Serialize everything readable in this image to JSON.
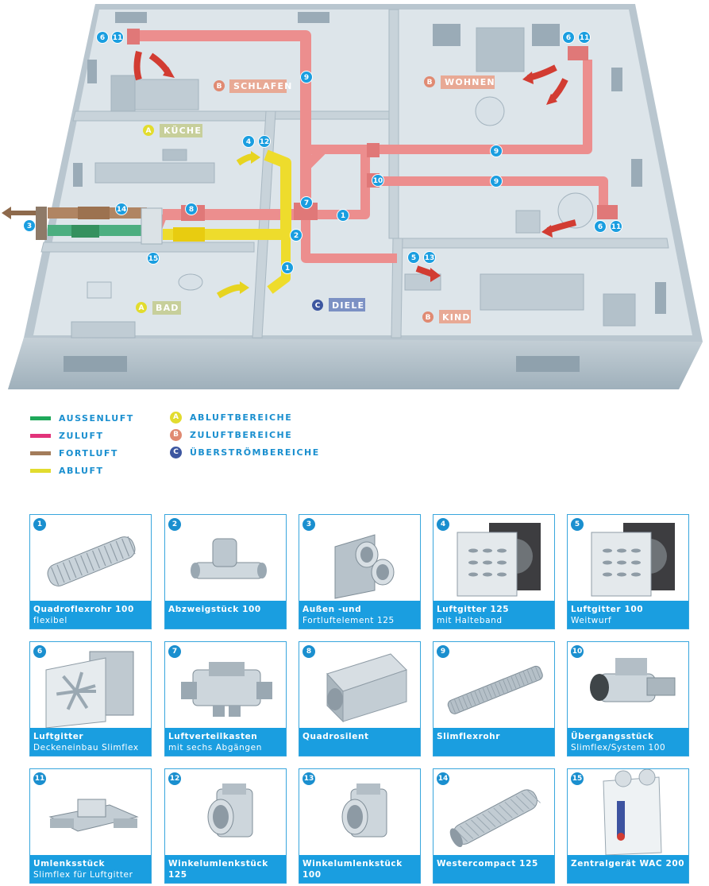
{
  "rooms": {
    "schlafen": {
      "letter": "B",
      "name": "SCHLAFEN"
    },
    "wohnen": {
      "letter": "B",
      "name": "WOHNEN"
    },
    "kueche": {
      "letter": "A",
      "name": "KÜCHE"
    },
    "bad": {
      "letter": "A",
      "name": "BAD"
    },
    "diele": {
      "letter": "C",
      "name": "DIELE"
    },
    "kind": {
      "letter": "B",
      "name": "KIND"
    }
  },
  "plan_labels": {
    "n6": "6",
    "n11": "11",
    "n9": "9",
    "n4": "4",
    "n12": "12",
    "n7": "7",
    "n1": "1",
    "n2": "2",
    "n8": "8",
    "n14": "14",
    "n3": "3",
    "n15": "15",
    "n10": "10",
    "n5": "5",
    "n13": "13"
  },
  "legend": {
    "flows": [
      {
        "label": "AUSSENLUFT",
        "color": "#1fa85a"
      },
      {
        "label": "ZULUFT",
        "color": "#e2337a"
      },
      {
        "label": "FORTLUFT",
        "color": "#a37c5a"
      },
      {
        "label": "ABLUFT",
        "color": "#e2dc2e"
      }
    ],
    "areas": [
      {
        "letter": "A",
        "label": "ABLUFTBEREICHE",
        "color": "#e2dc2e"
      },
      {
        "letter": "B",
        "label": "ZULUFTBEREICHE",
        "color": "#e08a72"
      },
      {
        "letter": "C",
        "label": "ÜBERSTRÖMBEREICHE",
        "color": "#3c56a0"
      }
    ]
  },
  "colors": {
    "accent": "#1a9ee0",
    "zuluft_pipe": "#ec8e8e",
    "abluft_pipe": "#eedc2c",
    "aussenluft_pipe": "#4cae80",
    "fortluft_pipe": "#b08563",
    "wall": "#c6d1d9",
    "floor": "#dbe3e8"
  },
  "products": [
    {
      "num": "1",
      "line1": "Quadroflexrohr 100",
      "line2": "flexibel",
      "icon": "flexible-flat-duct"
    },
    {
      "num": "2",
      "line1": "Abzweigstück 100",
      "line2": "",
      "icon": "branch-piece"
    },
    {
      "num": "3",
      "line1": "Außen -und",
      "line2": "Fortluftelement 125",
      "icon": "wall-element"
    },
    {
      "num": "4",
      "line1": "Luftgitter 125",
      "line2": "mit Halteband",
      "icon": "air-grille"
    },
    {
      "num": "5",
      "line1": "Luftgitter 100",
      "line2": "Weitwurf",
      "icon": "air-grille"
    },
    {
      "num": "6",
      "line1": "Luftgitter",
      "line2": "Deckeneinbau Slimflex",
      "icon": "ceiling-grille"
    },
    {
      "num": "7",
      "line1": "Luftverteilkasten",
      "line2": "mit sechs Abgängen",
      "icon": "distribution-box"
    },
    {
      "num": "8",
      "line1": "Quadrosilent",
      "line2": "",
      "icon": "silencer"
    },
    {
      "num": "9",
      "line1": "Slimflexrohr",
      "line2": "",
      "icon": "flat-duct"
    },
    {
      "num": "10",
      "line1": "Übergangsstück",
      "line2": "Slimflex/System 100",
      "icon": "transition-piece"
    },
    {
      "num": "11",
      "line1": "Umlenksstück",
      "line2": "Slimflex für Luftgitter",
      "icon": "deflector-piece"
    },
    {
      "num": "12",
      "line1": "Winkelumlenkstück 125",
      "line2": "",
      "icon": "elbow-piece"
    },
    {
      "num": "13",
      "line1": "Winkelumlenkstück 100",
      "line2": "",
      "icon": "elbow-piece"
    },
    {
      "num": "14",
      "line1": "Westercompact 125",
      "line2": "",
      "icon": "round-duct"
    },
    {
      "num": "15",
      "line1": "Zentralgerät WAC 200",
      "line2": "",
      "icon": "ventilation-unit"
    }
  ]
}
